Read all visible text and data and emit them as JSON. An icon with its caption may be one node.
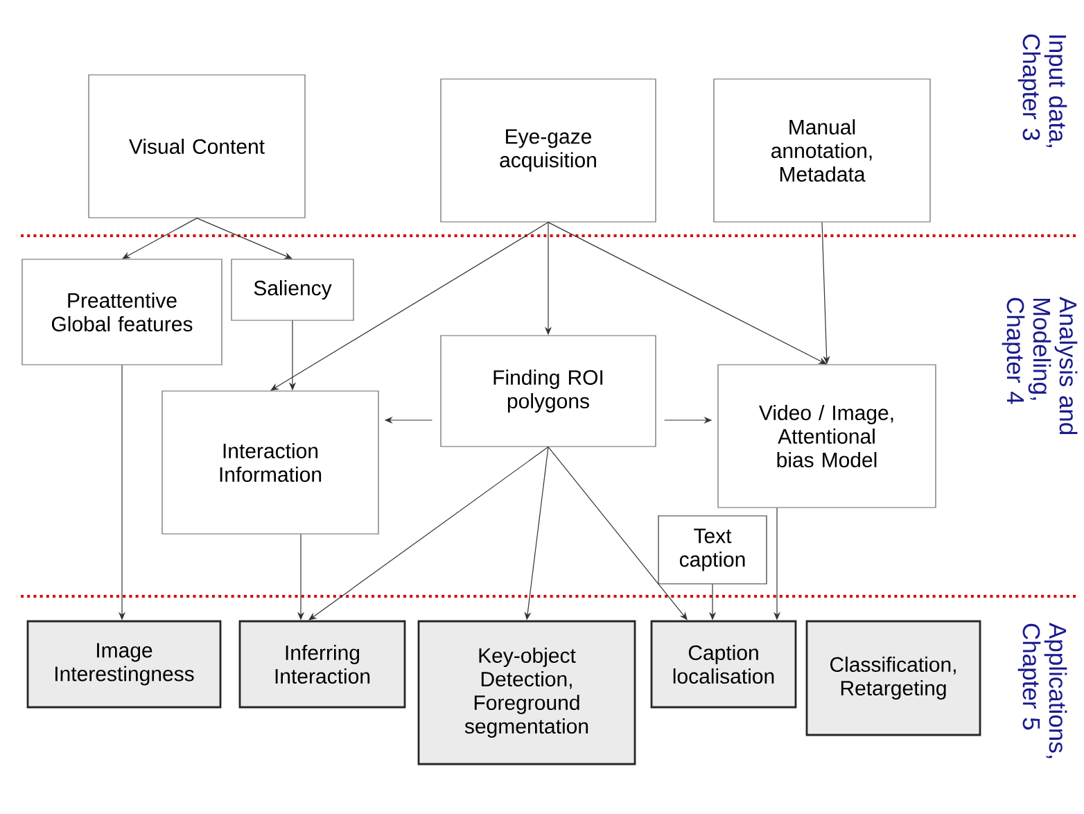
{
  "diagram": {
    "nodes": [
      {
        "text": [
          "Visual Content"
        ]
      },
      {
        "text": [
          "Eye-gaze acquisition"
        ]
      },
      {
        "text": [
          "Manual annotation, Metadata"
        ]
      },
      {
        "text": [
          "Preattentive Global features"
        ]
      },
      {
        "text": [
          "Saliency"
        ]
      },
      {
        "text": [
          "Finding ROI polygons"
        ]
      },
      {
        "text": [
          "Interaction Information"
        ]
      },
      {
        "text": [
          "Video / Image, Attentional bias Model"
        ]
      },
      {
        "text": [
          "Text caption"
        ]
      },
      {
        "text": [
          "Image Interestingness"
        ]
      },
      {
        "text": [
          "Inferring Interaction"
        ]
      },
      {
        "text": [
          "Key-object Detection, Foreground segmentation"
        ]
      },
      {
        "text": [
          "Caption localisation"
        ]
      },
      {
        "text": [
          "Classification, Retargeting"
        ]
      }
    ],
    "edges": [
      {
        "from": 0,
        "to": 3,
        "arrow": "to"
      },
      {
        "from": 0,
        "to": 4,
        "arrow": "to"
      },
      {
        "from": 1,
        "to": 6,
        "arrow": "to"
      },
      {
        "from": 1,
        "to": 5,
        "arrow": "to"
      },
      {
        "from": 1,
        "to": 7,
        "arrow": "to"
      },
      {
        "from": 2,
        "to": 7,
        "arrow": "to"
      },
      {
        "from": 4,
        "to": 6,
        "arrow": "to"
      },
      {
        "from": 5,
        "to": 6,
        "arrow": "to"
      },
      {
        "from": 5,
        "to": 7,
        "arrow": "to"
      },
      {
        "from": 3,
        "to": 9,
        "arrow": "to"
      },
      {
        "from": 6,
        "to": 10,
        "arrow": "to"
      },
      {
        "from": 5,
        "to": 10,
        "arrow": "to"
      },
      {
        "from": 5,
        "to": 11,
        "arrow": "to"
      },
      {
        "from": 5,
        "to": 12,
        "arrow": "to"
      },
      {
        "from": 8,
        "to": 12,
        "arrow": "to"
      },
      {
        "from": 7,
        "to": 12,
        "arrow": "to"
      }
    ],
    "labels": [
      "Input data, Chapter 3",
      "Analysis and Modeling, Chapter 4",
      "Applications, Chapter 5"
    ]
  }
}
